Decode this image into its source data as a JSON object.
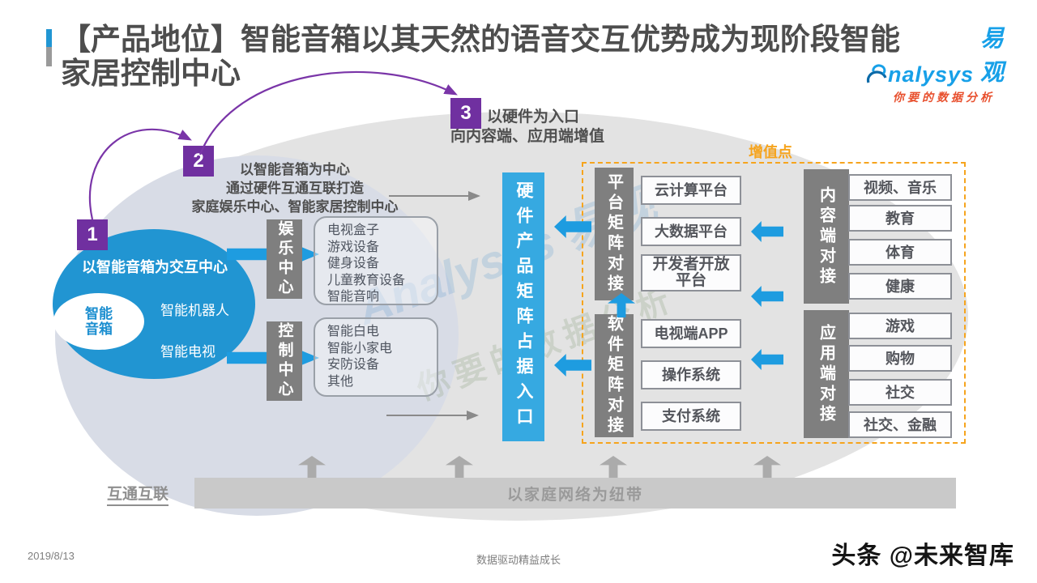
{
  "header": {
    "title_line1": "【产品地位】智能音箱以其天然的语音交互优势成为现阶段智能",
    "title_line2": "家居控制中心",
    "logo": {
      "brand": "nalysys",
      "brand_cn": "易观",
      "tagline": "你要的数据分析"
    }
  },
  "steps": [
    {
      "num": "1"
    },
    {
      "num": "2",
      "lines": [
        "以智能音箱为中心",
        "通过硬件互通互联打造",
        "家庭娱乐中心、智能家居控制中心"
      ]
    },
    {
      "num": "3",
      "lines": [
        "以硬件为入口",
        "向内容端、应用端增值"
      ]
    }
  ],
  "hub": {
    "core": "智能音箱",
    "core_label": "以智能音箱为交互中心",
    "devices": [
      "智能机器人",
      "智能电视"
    ],
    "centers": [
      {
        "label": "娱乐中心",
        "items": [
          "电视盒子",
          "游戏设备",
          "健身设备",
          "儿童教育设备",
          "智能音响"
        ]
      },
      {
        "label": "控制中心",
        "items": [
          "智能白电",
          "智能小家电",
          "安防设备",
          "其他"
        ]
      }
    ]
  },
  "pipeline": {
    "hardware_entry": "硬件产品矩阵占据入口"
  },
  "value_zone": {
    "label": "增值点",
    "columns": [
      {
        "header": "平台矩阵对接",
        "items": [
          "云计算平台",
          "大数据平台",
          "开发者开放平台"
        ]
      },
      {
        "header": "软件矩阵对接",
        "items": [
          "电视端APP",
          "操作系统",
          "支付系统"
        ]
      },
      {
        "header": "内容端对接",
        "items": [
          "视频、音乐",
          "教育",
          "体育",
          "健康"
        ]
      },
      {
        "header": "应用端对接",
        "items": [
          "游戏",
          "购物",
          "社交",
          "社交、金融"
        ]
      }
    ]
  },
  "network": {
    "label": "互通互联",
    "bar": "以家庭网络为纽带"
  },
  "watermark": {
    "line1": "Analysys 易观",
    "line2": "你要的数据分析"
  },
  "footer": {
    "date": "2019/8/13",
    "center": "数据驱动精益成长",
    "right": "头条 @未来智库"
  },
  "colors": {
    "accent_blue": "#2195d2",
    "arrow_blue": "#1e9ce0",
    "pipeline_blue": "#36a9e1",
    "purple": "#7030a0",
    "orange": "#f6a41d",
    "header_gray": "#7f7f7f",
    "ellipse_gray": "#e3e3e3",
    "inner_ellipse": "#d8dce6",
    "bar_gray": "#c9c9c9",
    "title_gray": "#4d4d4d",
    "logo_blue": "#17a0e8",
    "tagline_red": "#e8502e"
  }
}
